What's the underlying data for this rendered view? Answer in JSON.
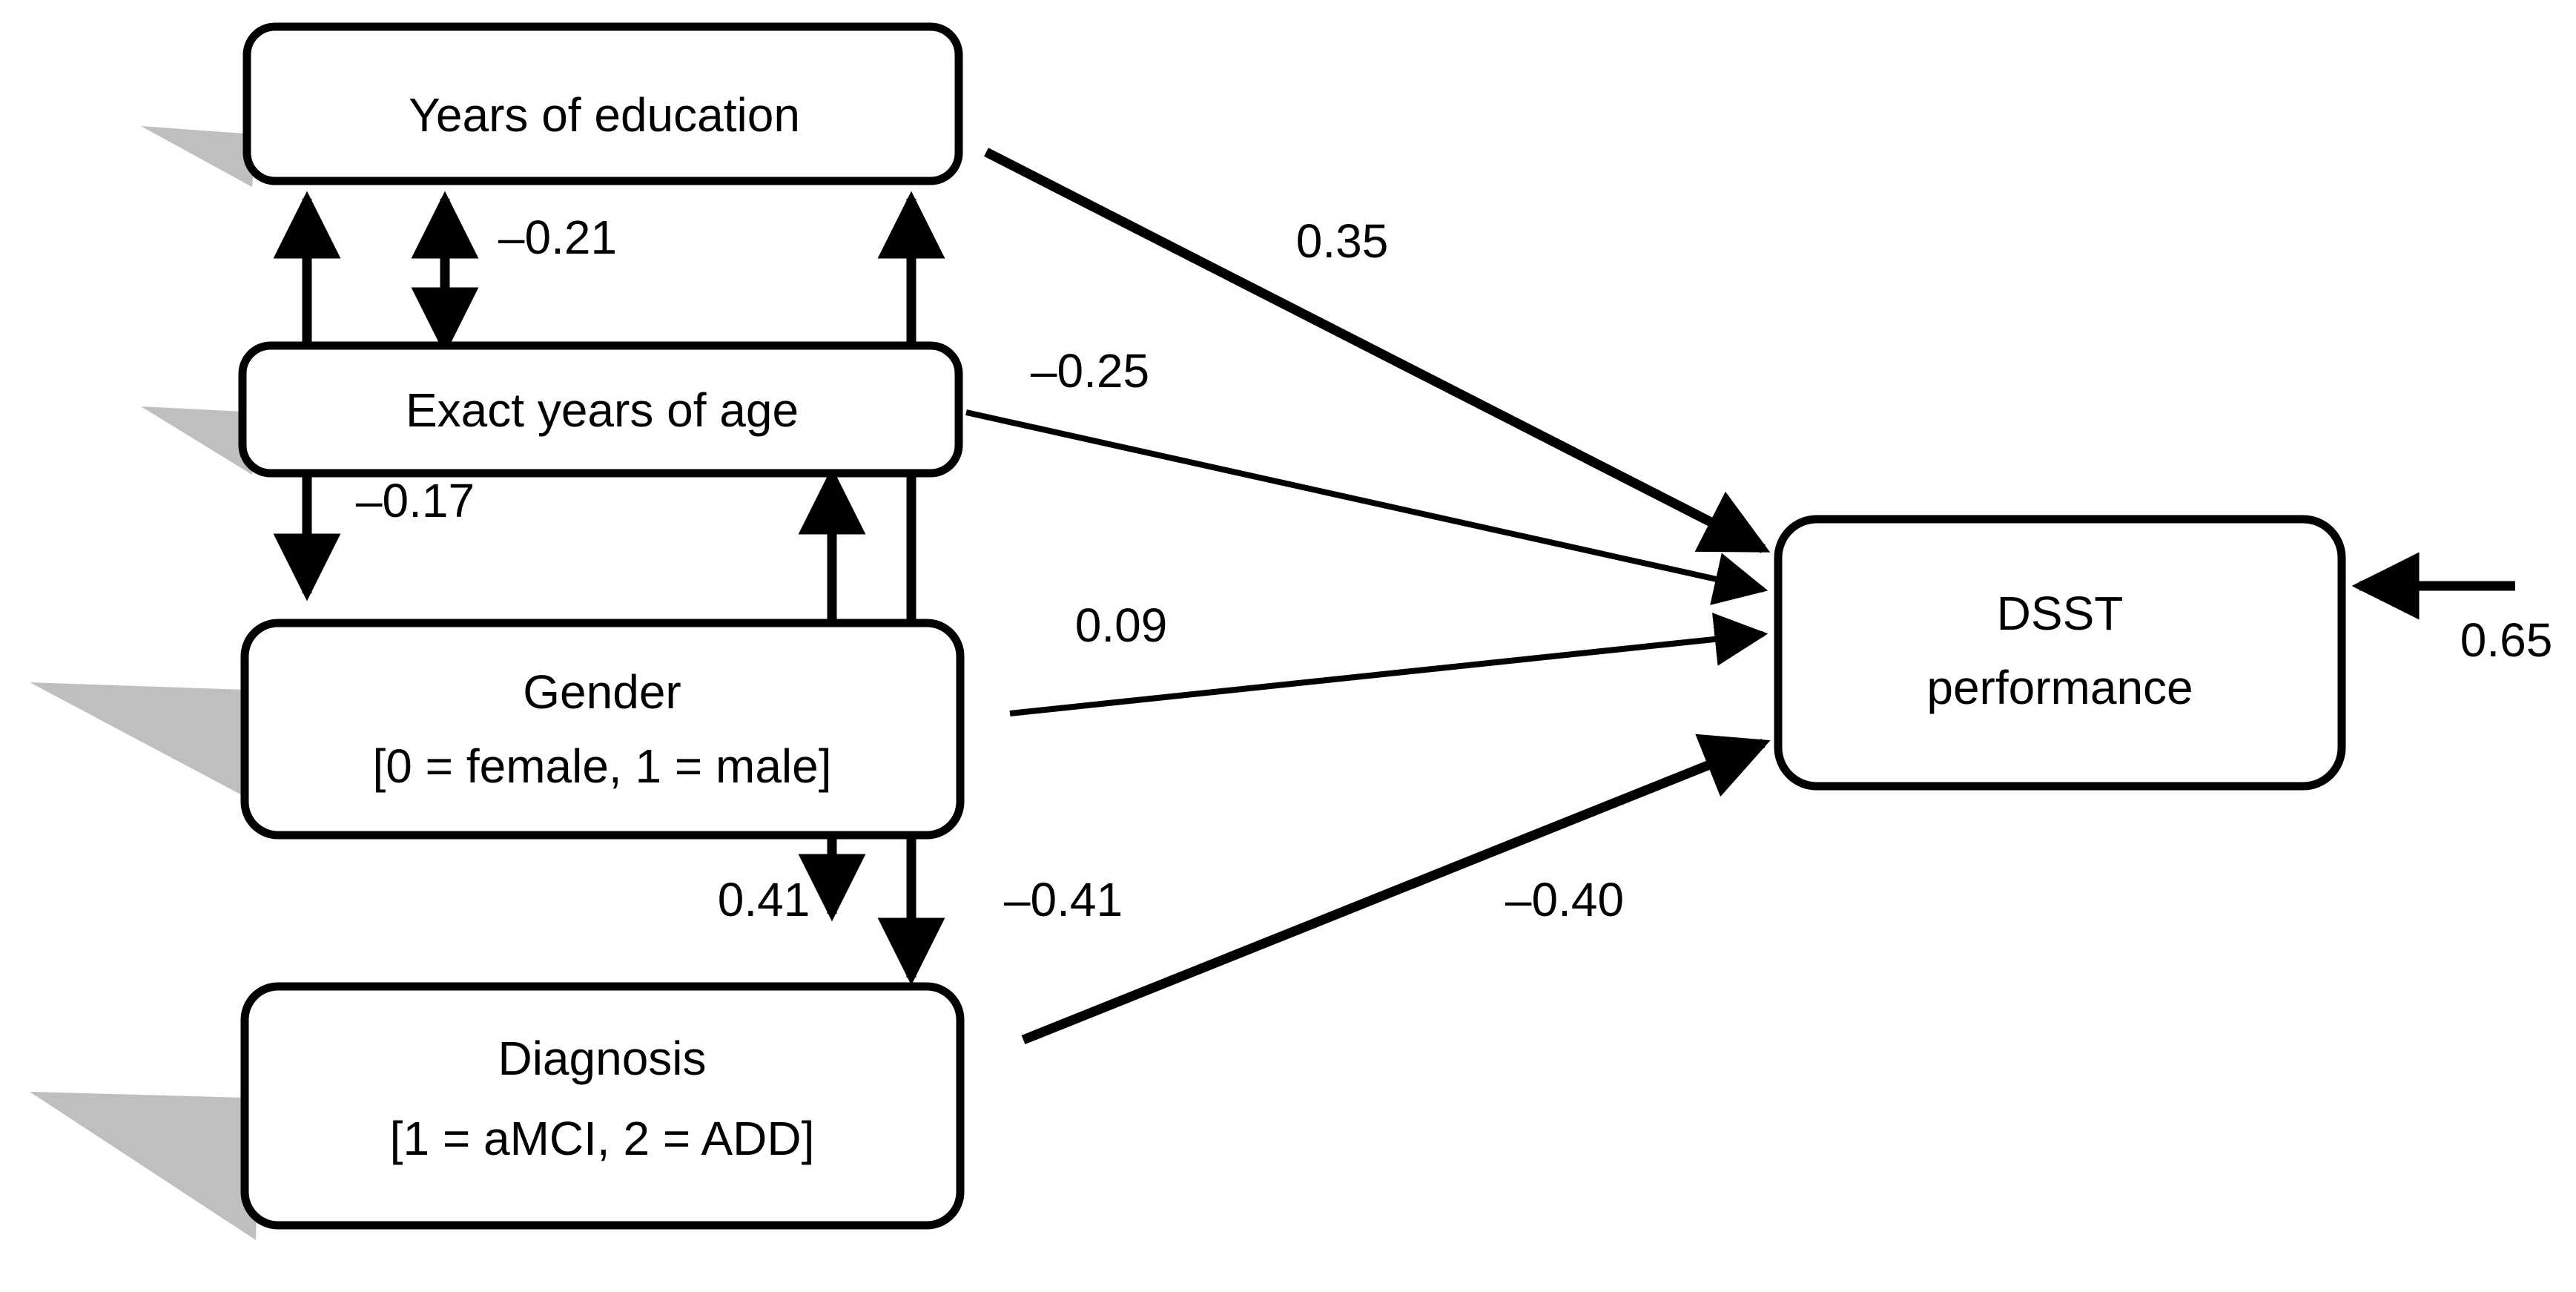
{
  "diagram": {
    "type": "path-diagram",
    "title": "",
    "background_color": "#ffffff",
    "line_color": "#000000",
    "shadow_color": "#bfbfbf",
    "nodes": [
      {
        "id": "education",
        "line1": "Years of education",
        "line2": ""
      },
      {
        "id": "age",
        "line1": "Exact years of age",
        "line2": ""
      },
      {
        "id": "gender",
        "line1": "Gender",
        "line2": "[0 = female, 1 = male]"
      },
      {
        "id": "diagnosis",
        "line1": "Diagnosis",
        "line2": "[1 = aMCI, 2 = ADD]"
      },
      {
        "id": "dsst",
        "line1": "DSST",
        "line2": "performance"
      }
    ],
    "regression_paths": [
      {
        "id": "edu-dsst",
        "from": "education",
        "to": "dsst",
        "coefficient": "0.35",
        "arrow": "single"
      },
      {
        "id": "age-dsst",
        "from": "age",
        "to": "dsst",
        "coefficient": "–0.25",
        "arrow": "single"
      },
      {
        "id": "gender-dsst",
        "from": "gender",
        "to": "dsst",
        "coefficient": "0.09",
        "arrow": "single"
      },
      {
        "id": "diag-dsst",
        "from": "diagnosis",
        "to": "dsst",
        "coefficient": "–0.40",
        "arrow": "single"
      }
    ],
    "correlation_paths": [
      {
        "id": "edu-age",
        "from": "education",
        "to": "age",
        "coefficient": "–0.21",
        "arrow": "double"
      },
      {
        "id": "edu-gender",
        "from": "education",
        "to": "gender",
        "coefficient": "–0.17",
        "arrow": "double"
      },
      {
        "id": "age-diag",
        "from": "age",
        "to": "diagnosis",
        "coefficient": "0.41",
        "arrow": "double"
      },
      {
        "id": "edu-diag",
        "from": "education",
        "to": "diagnosis",
        "coefficient": "–0.41",
        "arrow": "double"
      }
    ],
    "residual": {
      "id": "dsst-residual",
      "target": "dsst",
      "coefficient": "0.65",
      "arrow": "single"
    }
  }
}
